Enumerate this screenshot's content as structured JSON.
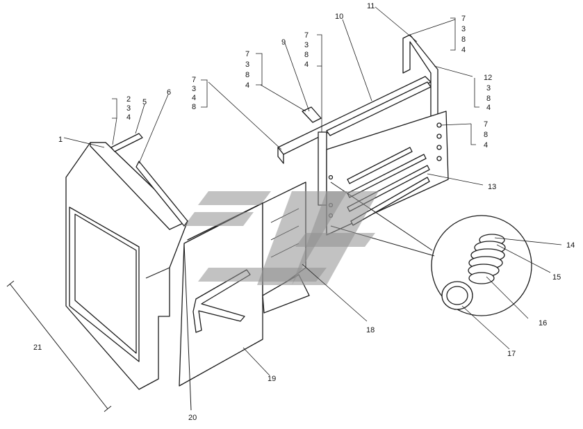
{
  "callouts": {
    "c1": "1",
    "c2": "2",
    "c3": "3",
    "c4": "4",
    "c5": "5",
    "c6": "6",
    "c9": "9",
    "c10": "10",
    "c11": "11",
    "c12": "12",
    "c13": "13",
    "c14": "14",
    "c15": "15",
    "c16": "16",
    "c17": "17",
    "c18": "18",
    "c19": "19",
    "c20": "20",
    "c21": "21"
  },
  "stacks": {
    "top_left_small": [
      "2",
      "3",
      "4"
    ],
    "left_stack": [
      "7",
      "3",
      "4",
      "8"
    ],
    "mid_stack": [
      "7",
      "3",
      "8",
      "4"
    ],
    "center_stack": [
      "7",
      "3",
      "8",
      "4"
    ],
    "right_top": [
      "7",
      "3",
      "8",
      "4"
    ],
    "right_12": [
      "3",
      "8",
      "4"
    ],
    "right_lower": [
      "7",
      "8",
      "4"
    ]
  },
  "watermark_icon": "stylized-logo-watermark"
}
